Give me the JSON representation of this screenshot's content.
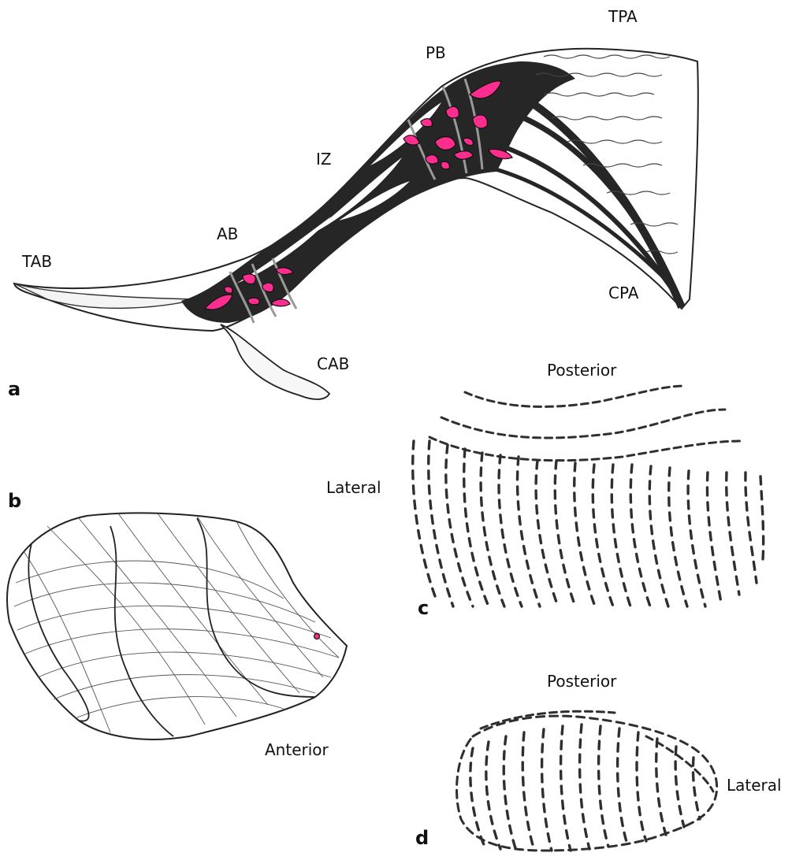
{
  "panel_a": {
    "letter": "a",
    "labels": {
      "tpa": "TPA",
      "pb": "PB",
      "iz": "IZ",
      "ab": "AB",
      "tab": "TAB",
      "cpa": "CPA",
      "cab": "CAB"
    }
  },
  "panel_b": {
    "letter": "b",
    "anterior": "Anterior"
  },
  "panel_c": {
    "letter": "c",
    "posterior": "Posterior",
    "lateral": "Lateral"
  },
  "panel_d": {
    "letter": "d",
    "posterior": "Posterior",
    "lateral": "Lateral"
  },
  "colors": {
    "ink": "#2a2a2a",
    "fiber": "#262626",
    "highlight": "#ff2d8e"
  }
}
